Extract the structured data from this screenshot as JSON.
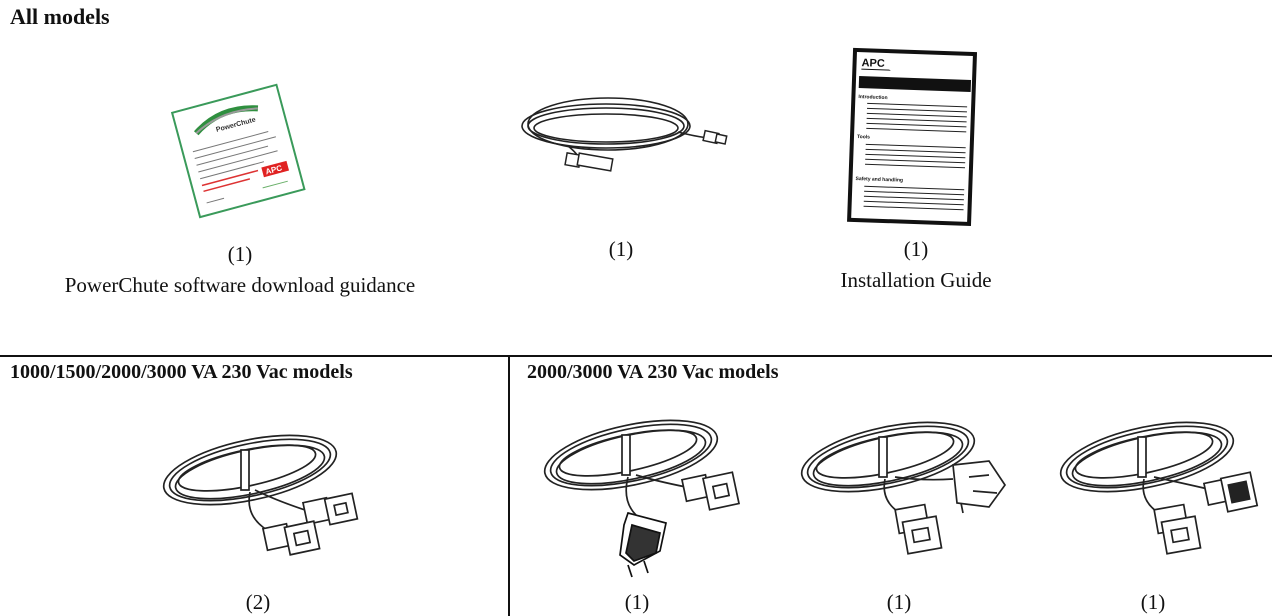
{
  "all_models": {
    "heading": "All models",
    "items": [
      {
        "qty": "(1)",
        "caption": "PowerChute software download guidance",
        "icon": "powerchute-card-icon"
      },
      {
        "qty": "(1)",
        "caption": "",
        "icon": "usb-cable-icon"
      },
      {
        "qty": "(1)",
        "caption": "Installation Guide",
        "icon": "installation-guide-icon"
      }
    ],
    "card_text": {
      "brand": "PowerChute",
      "logo": "APC"
    },
    "guide_text": {
      "logo": "APC",
      "section1": "Introduction",
      "section2": "Tools",
      "section3": "Safety and handling"
    }
  },
  "section_a": {
    "heading": "1000/1500/2000/3000 VA 230 Vac models",
    "items": [
      {
        "qty": "(2)",
        "icon": "c13-c14-power-cord-icon"
      }
    ]
  },
  "section_b": {
    "heading": "2000/3000 VA 230 Vac models",
    "items": [
      {
        "qty": "(1)",
        "icon": "schuko-c19-power-cord-icon"
      },
      {
        "qty": "(1)",
        "icon": "uk-plug-c19-power-cord-icon"
      },
      {
        "qty": "(1)",
        "icon": "c19-c20-power-cord-icon"
      }
    ]
  }
}
